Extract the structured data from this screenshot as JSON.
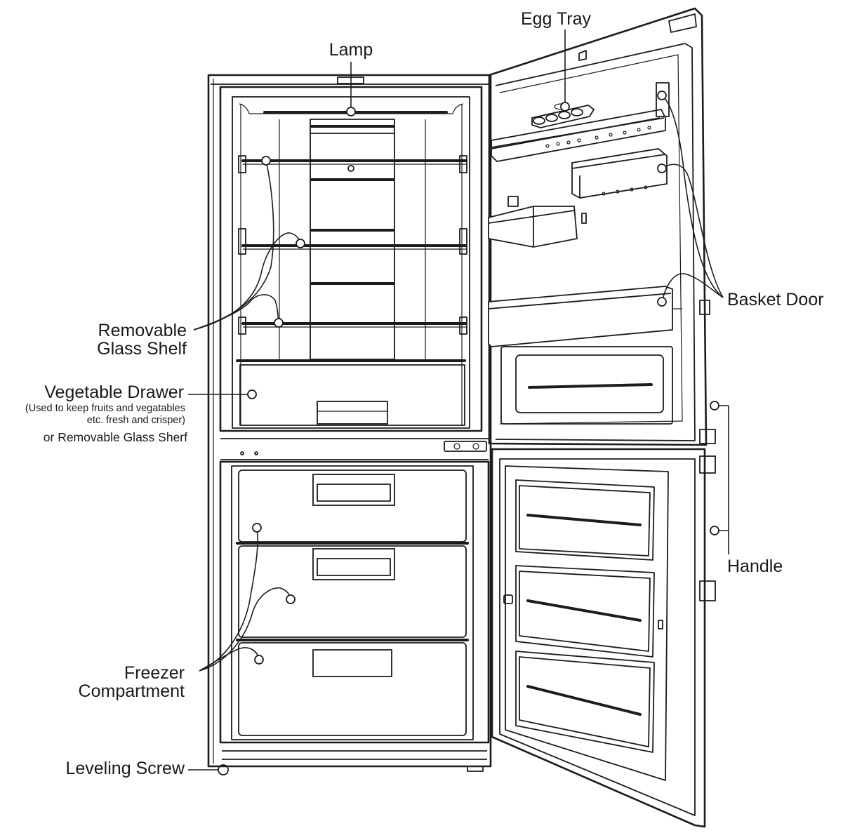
{
  "labels": {
    "lamp": "Lamp",
    "egg_tray": "Egg Tray",
    "basket_door": "Basket Door",
    "removable_glass_shelf_line1": "Removable",
    "removable_glass_shelf_line2": "Glass Shelf",
    "vegetable_drawer": "Vegetable Drawer",
    "vegetable_drawer_note_line1": "(Used to keep fruits and vegatables",
    "vegetable_drawer_note_line2": "etc. fresh and crisper)",
    "vegetable_drawer_alt": "or Removable Glass Sherf",
    "handle": "Handle",
    "freezer_compartment_line1": "Freezer",
    "freezer_compartment_line2": "Compartment",
    "leveling_screw": "Leveling Screw"
  }
}
